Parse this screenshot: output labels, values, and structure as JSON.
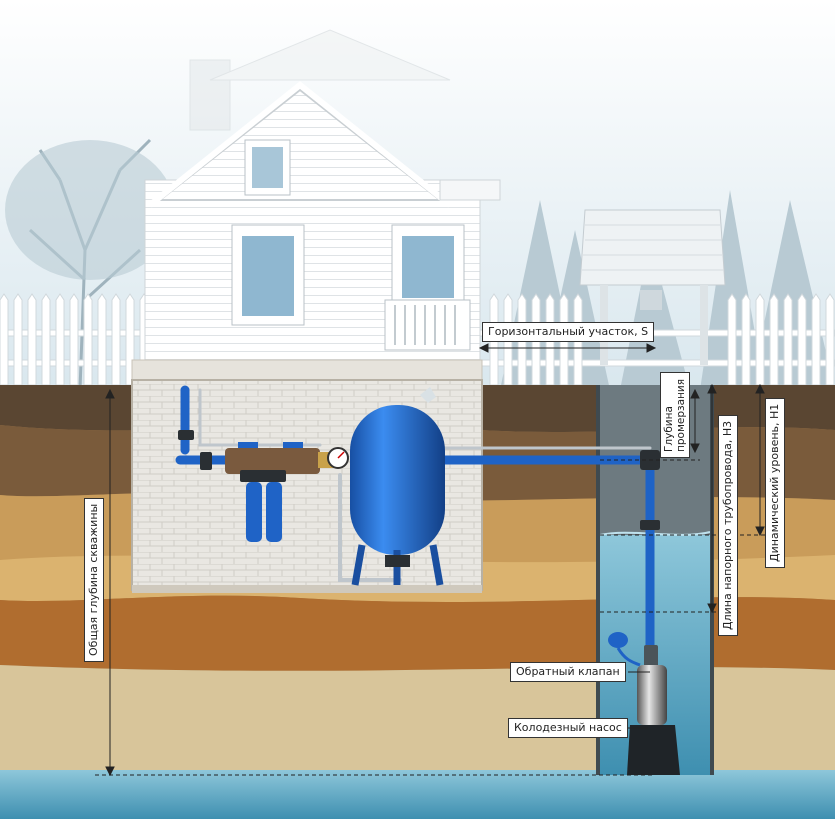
{
  "labels": {
    "horizontal_section": "Горизонтальный участок, S",
    "freeze_depth": "Глубина промерзания",
    "dynamic_level": "Динамический уровень, H1",
    "pressure_pipe_length": "Длина напорного трубопровода, H3",
    "total_depth": "Общая глубина скважины",
    "check_valve": "Обратный клапан",
    "well_pump": "Колодезный насос"
  },
  "colors": {
    "sky": "#e4eef3",
    "soil_dark": "#5a4632",
    "sand": "#d8b77a",
    "water": "#5fa9c4",
    "equipment_blue": "#1f63c6",
    "pipe": "#bfc6cc"
  },
  "icons": {
    "tank": "expansion-tank-icon",
    "filter": "filter-housing-icon",
    "pump": "submersible-pump-icon",
    "gauge": "pressure-gauge-icon"
  }
}
